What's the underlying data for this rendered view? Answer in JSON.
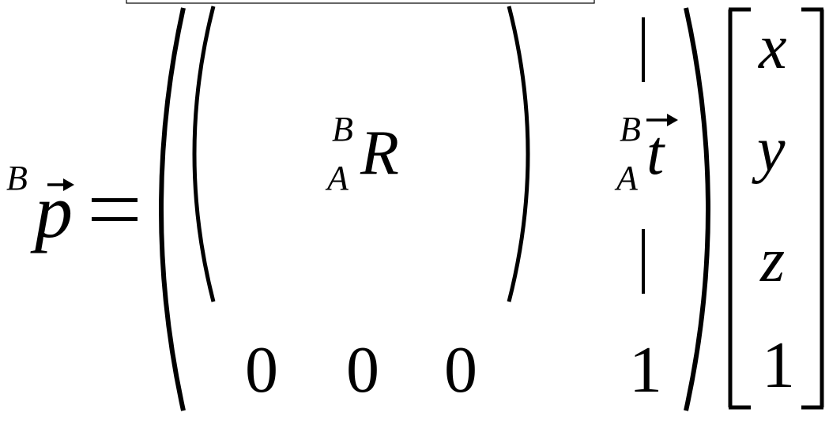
{
  "equation": {
    "lhs": {
      "frame_superscript": "B",
      "symbol": "p",
      "arrow": "→"
    },
    "equals": "=",
    "transform": {
      "rotation": {
        "superscript": "B",
        "subscript": "A",
        "symbol": "R"
      },
      "translation": {
        "superscript": "B",
        "subscript": "A",
        "symbol": "t",
        "arrow": "→"
      },
      "bottom_row": [
        "0",
        "0",
        "0",
        "1"
      ]
    },
    "vector": [
      "x",
      "y",
      "z",
      "1"
    ]
  },
  "colors": {
    "ink": "#000000",
    "background": "#ffffff"
  }
}
